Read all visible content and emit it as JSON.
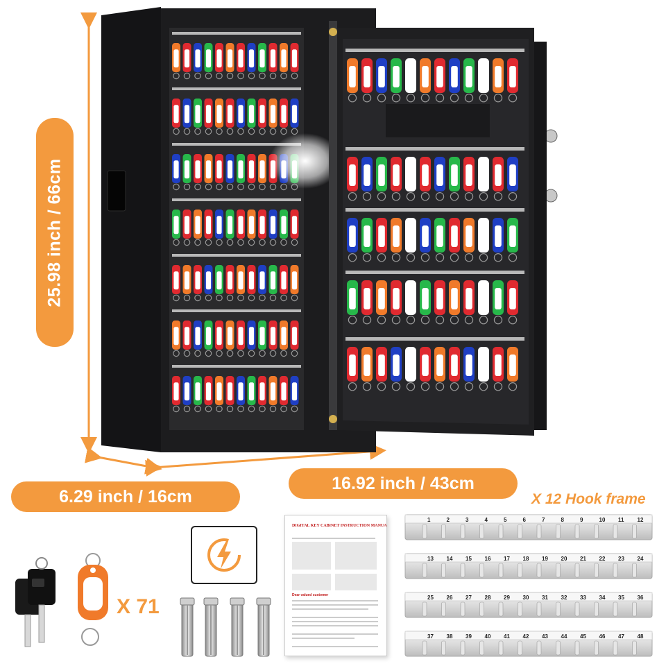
{
  "dimensions": {
    "height_label": "25.98 inch / 66cm",
    "depth_label": "6.29 inch / 16cm",
    "width_label": "16.92 inch / 43cm"
  },
  "accessories": {
    "hook_frame_label": "X 12 Hook frame",
    "key_tag_count": "X 71",
    "manual_title": "DIGITAL KEY CABINET INSTRUCTION MANUAL",
    "manual_subtitle": "Dear valued customer"
  },
  "hook_frame_rows": [
    [
      "1",
      "2",
      "3",
      "4",
      "5",
      "6",
      "7",
      "8",
      "9",
      "10",
      "11",
      "12"
    ],
    [
      "13",
      "14",
      "15",
      "16",
      "17",
      "18",
      "19",
      "20",
      "21",
      "22",
      "23",
      "24"
    ],
    [
      "25",
      "26",
      "27",
      "28",
      "29",
      "30",
      "31",
      "32",
      "33",
      "34",
      "35",
      "36"
    ],
    [
      "37",
      "38",
      "39",
      "40",
      "41",
      "42",
      "43",
      "44",
      "45",
      "46",
      "47",
      "48"
    ]
  ],
  "colors": {
    "accent_orange": "#f39a3e",
    "cabinet_black": "#1c1c1e",
    "tag_orange": "#f07a2a",
    "tag_red": "#e02a30",
    "tag_blue": "#1f3fc4",
    "tag_green": "#27b84a"
  },
  "icons": [
    "dimension-arrow-icon",
    "lightning-bolt-icon",
    "key-icon",
    "key-tag-icon",
    "expansion-bolt-icon"
  ]
}
